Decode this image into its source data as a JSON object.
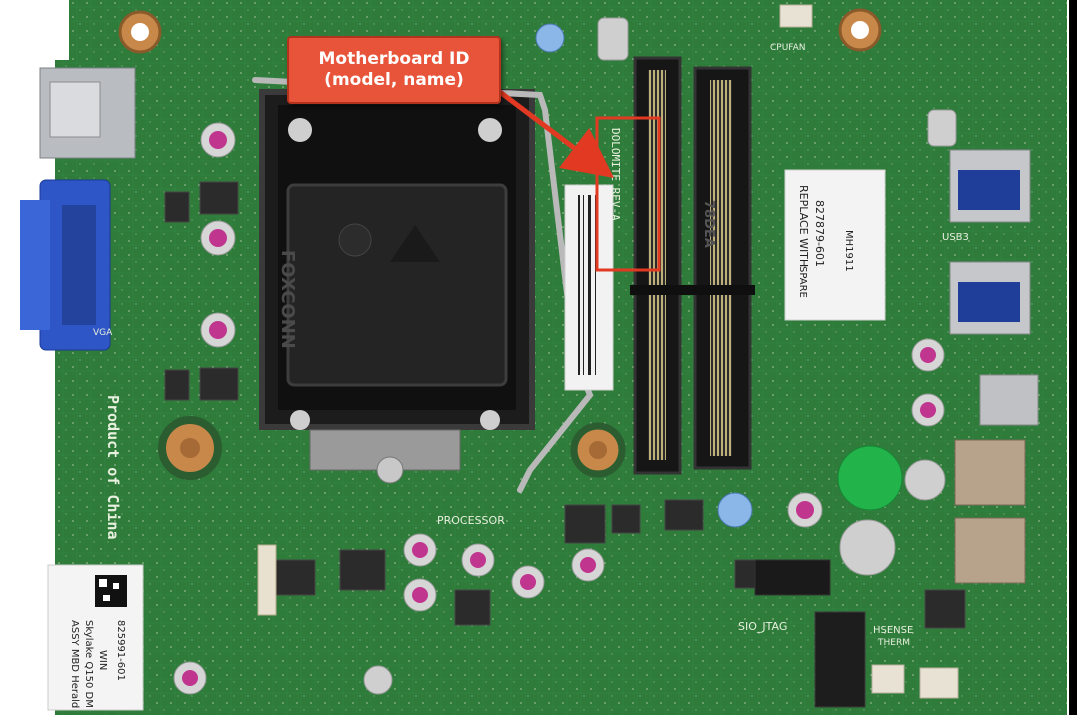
{
  "callout": {
    "line1": "Motherboard ID",
    "line2": "(model, name)"
  },
  "board_labels": {
    "connector": "FOXCONN",
    "processor": "PROCESSOR",
    "sio_jtag": "SIO_JTAG",
    "hsense": "HSENSE",
    "therm": "THERM",
    "cpufan": "CPUFAN",
    "product_of_china": "Product of China",
    "board_id": "DOLOMITE REV-A",
    "usb3": "USB3",
    "vga": "VGA",
    "sticker_line1": "ASSY MBD Herald",
    "sticker_line2": "Skylake Q150 DM",
    "sticker_line3": "WIN",
    "sticker_part": "825991-601",
    "spare_line1": "REPLACE WITH",
    "spare_line2": "SPARE",
    "spare_part": "827879-601",
    "spare_code": "MH1911"
  },
  "colors": {
    "pcb": "#2f7a3a",
    "callout": "#e8543a",
    "highlight_box": "#e23a22"
  }
}
